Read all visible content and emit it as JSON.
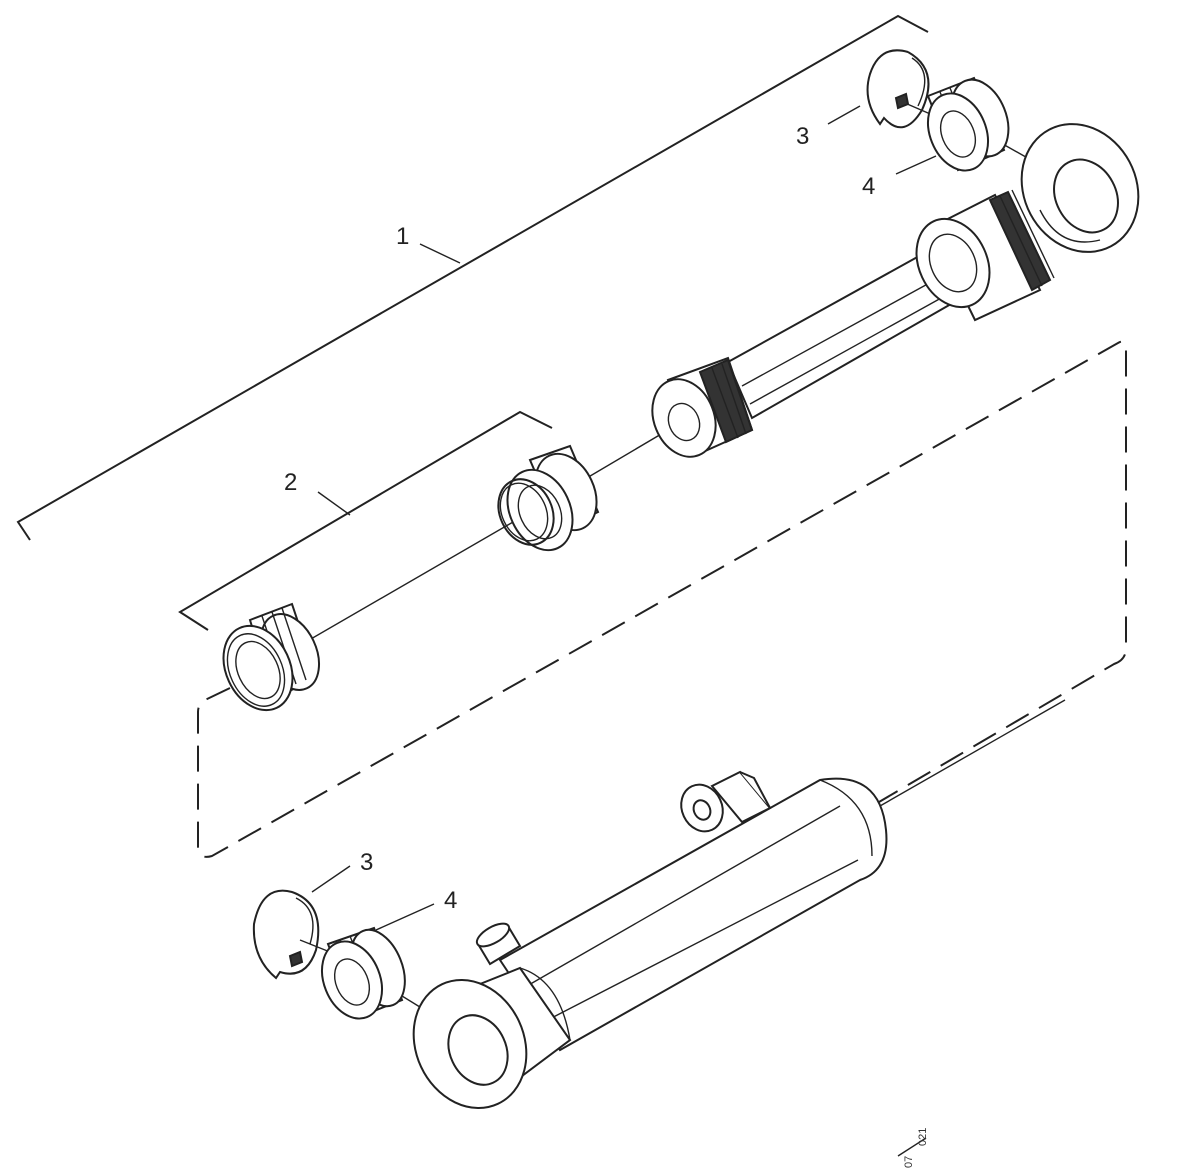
{
  "callouts": {
    "assembly": "1",
    "seal_kit": "2",
    "circlip_top": "3",
    "bearing_top": "4",
    "circlip_bottom": "3",
    "bearing_bottom": "4"
  },
  "drawing_code": {
    "top": "07",
    "bottom": "021"
  }
}
